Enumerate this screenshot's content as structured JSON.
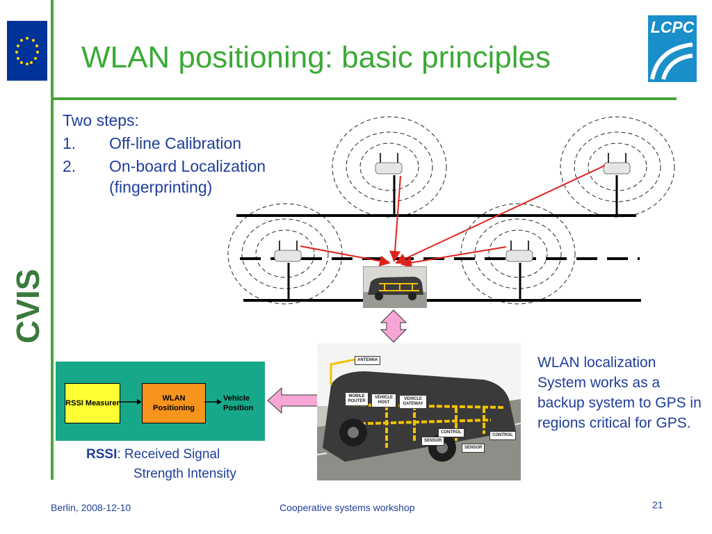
{
  "title": "WLAN positioning: basic principles",
  "logos": {
    "eu_flag": "european-union-flag",
    "lcpc": "LCPC",
    "cvis": "CVIS"
  },
  "steps": {
    "intro": "Two steps:",
    "items": [
      {
        "number": "1.",
        "label": "Off-line Calibration"
      },
      {
        "number": "2.",
        "label": "On-board Localization"
      }
    ],
    "item2_sub": "(fingerprinting)"
  },
  "flow": {
    "rssi_box": "RSSI Measurer",
    "wlan_box": "WLAN Positioning",
    "output": "Vehicle Position"
  },
  "rssi_definition": {
    "term": "RSSI",
    "line1": ":  Received Signal",
    "line2": "Strength Intensity"
  },
  "wlan_note": "WLAN localization System works as a backup system to GPS in regions critical for GPS.",
  "car_labels": {
    "antenna": "ANTENNA",
    "mobile_router": "MOBILE ROUTER",
    "vehicle_host": "VEHICLE HOST",
    "vehicle_gateway": "VEHICLE GATEWAY",
    "control1": "CONTROL",
    "control2": "CONTROL",
    "sensor1": "SENSOR",
    "sensor2": "SENSOR"
  },
  "footer": {
    "left": "Berlin, 2008-12-10",
    "center": "Cooperative systems workshop",
    "page": "21"
  },
  "colors": {
    "title_green": "#3aaa35",
    "text_blue": "#1f3d9a",
    "flow_bg": "#16a889",
    "rssi_yellow": "#ffff33",
    "wlan_orange": "#f7941d",
    "arrow_pink": "#f7a6d6",
    "signal_red": "#e0201b"
  }
}
